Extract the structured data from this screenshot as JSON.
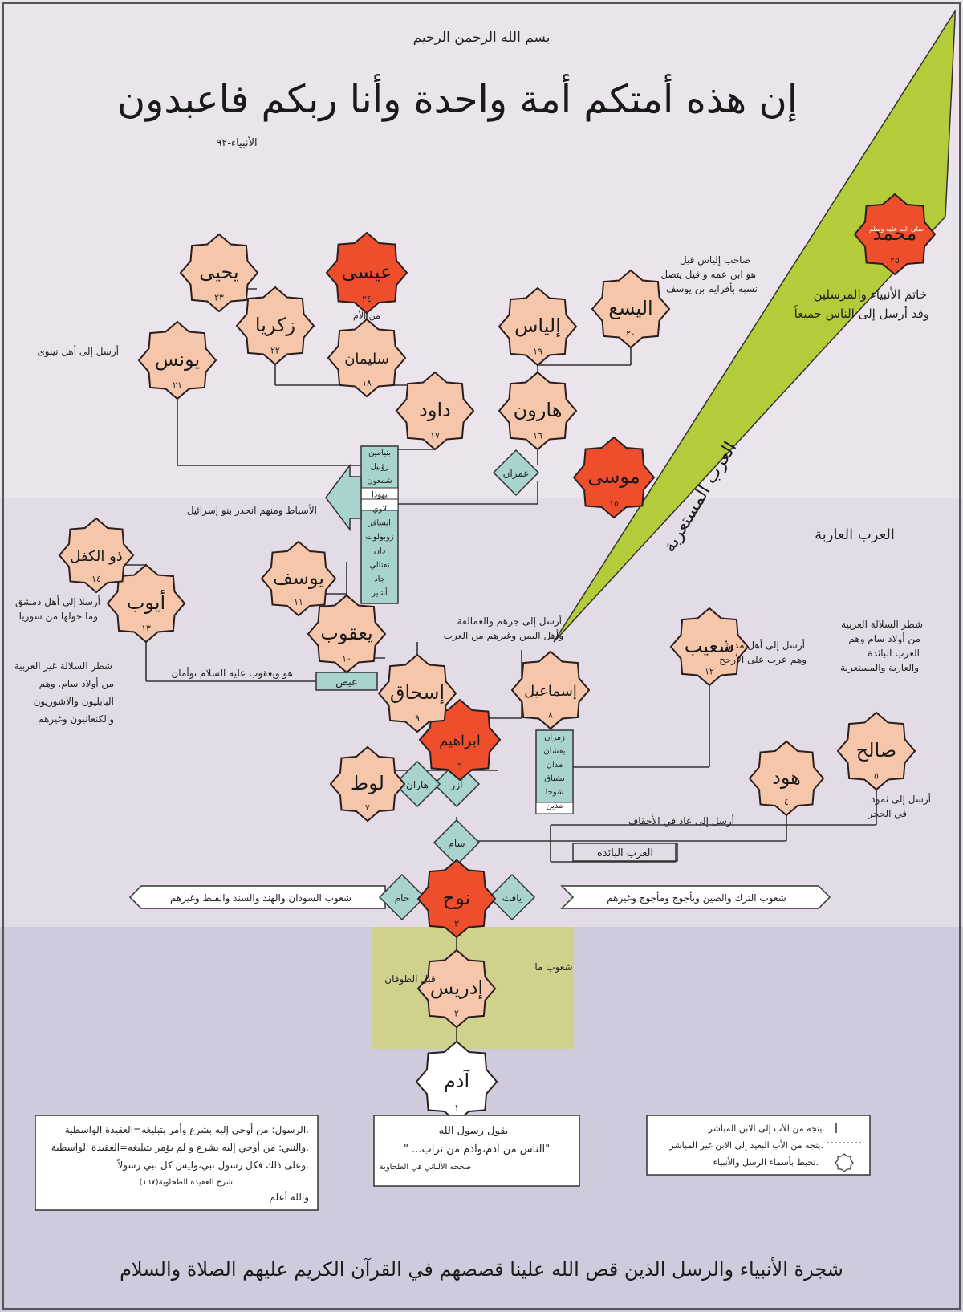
{
  "header": {
    "basmala": "بسم الله الرحمن الرحيم",
    "verse": "إن هذه أمتكم أمة واحدة وأنا ربكم فاعبدون",
    "verse_ref": "الأنبياء-٩٢"
  },
  "colors": {
    "bg_top": "#ece4ec",
    "bg_mid": "#e3dbe6",
    "bg_bottom": "#d0cbdc",
    "star_major": "#ee4e2c",
    "star_minor": "#f6c6aa",
    "star_adam": "#ffffff",
    "star_stroke": "#2a1e1e",
    "box_fill": "#a9d3cf",
    "wedge": "#b4cb3a",
    "idris_box": "#cfd18c"
  },
  "prophets": [
    {
      "id": "adam",
      "name": "آدم",
      "num": "١"
    },
    {
      "id": "idris",
      "name": "إدريس",
      "num": "٢"
    },
    {
      "id": "nuh",
      "name": "نوح",
      "num": "٣"
    },
    {
      "id": "hud",
      "name": "هود",
      "num": "٤"
    },
    {
      "id": "salih",
      "name": "صالح",
      "num": "٥"
    },
    {
      "id": "ibrahim",
      "name": "ابراهيم",
      "num": "٦"
    },
    {
      "id": "lut",
      "name": "لوط",
      "num": "٧"
    },
    {
      "id": "ismail",
      "name": "إسماعيل",
      "num": "٨"
    },
    {
      "id": "ishaq",
      "name": "إسحاق",
      "num": "٩"
    },
    {
      "id": "yaqub",
      "name": "يعقوب",
      "num": "١٠"
    },
    {
      "id": "yusuf",
      "name": "يوسف",
      "num": "١١"
    },
    {
      "id": "shuayb",
      "name": "شعيب",
      "num": "١٢"
    },
    {
      "id": "ayyub",
      "name": "أيوب",
      "num": "١٣"
    },
    {
      "id": "dhulkifl",
      "name": "ذو الكفل",
      "num": "١٤"
    },
    {
      "id": "musa",
      "name": "موسى",
      "num": "١٥"
    },
    {
      "id": "harun",
      "name": "هارون",
      "num": "١٦"
    },
    {
      "id": "dawud",
      "name": "داود",
      "num": "١٧"
    },
    {
      "id": "sulayman",
      "name": "سليمان",
      "num": "١٨"
    },
    {
      "id": "ilyas",
      "name": "إلياس",
      "num": "١٩"
    },
    {
      "id": "alyasa",
      "name": "اليسع",
      "num": "٢٠"
    },
    {
      "id": "yunus",
      "name": "يونس",
      "num": "٢١"
    },
    {
      "id": "zakariya",
      "name": "زكريا",
      "num": "٢٢"
    },
    {
      "id": "yahya",
      "name": "يحيى",
      "num": "٢٣"
    },
    {
      "id": "isa",
      "name": "عيسى",
      "num": "٢٤"
    },
    {
      "id": "muhammad",
      "name": "محمد",
      "num": "٢٥"
    }
  ],
  "ancestors": [
    {
      "id": "sam",
      "name": "سام"
    },
    {
      "id": "ham",
      "name": "حام"
    },
    {
      "id": "yafith",
      "name": "يافث"
    },
    {
      "id": "azar",
      "name": "آزر"
    },
    {
      "id": "haran",
      "name": "هاران"
    },
    {
      "id": "imran",
      "name": "عمران"
    }
  ],
  "tribes": [
    "بنيامين",
    "رؤبيل",
    "شمعون",
    "يهوذا",
    "لاوي",
    "ايسافر",
    "زوبولوت",
    "دان",
    "نفتالي",
    "جاد",
    "أشير"
  ],
  "ibrahim_sons": [
    "زمران",
    "يقشان",
    "مدان",
    "بشباق",
    "شوحا",
    "مدين"
  ],
  "labels": {
    "isu": "عيص",
    "from_mother": "من الأم",
    "al_mustariba": "العرب المستعربة",
    "al_ariba": "العرب العاربة",
    "al_baida": "العرب البائدة",
    "asbat": "الأسباط ومنهم انحدر بنو إسرائيل",
    "peoples_ham": "شعوب السودان والهند والسند والقبط وغيرهم",
    "peoples_yafith": "شعوب الترك والصين ويأجوج ومأجوج وغيرهم",
    "before_flood_1": "شعوب ما",
    "before_flood_2": "قبل الطوفان",
    "muhammad_honorific": "صلى الله عليه وسلم"
  },
  "notes": {
    "yunus": "أرسل إلى أهل نينوى",
    "ilyas_1": "صاحب إلياس قيل",
    "ilyas_2": "هو ابن عمه و قيل يتصل",
    "ilyas_3": "نسبه بأفرايم بن يوسف",
    "muhammad_1": "خاتم الأنبياء والمرسلين",
    "muhammad_2": "وقد أرسل إلى الناس جميعاً",
    "ayyub_1": "أرسلا إلى أهل دمشق",
    "ayyub_2": "وما حولها من سوريا",
    "ishaq_yaqub": "هو ويعقوب عليه السلام توأمان",
    "ismail_1": "أرسل إلى جرهم والعمالقة",
    "ismail_2": "وأهل اليمن وغيرهم من العرب",
    "shuayb_1": "أرسل إلى أهل مدين",
    "shuayb_2": "وهم عرب على الأرجح",
    "salih_1": "أرسل إلى ثمود",
    "salih_2": "في الحجر",
    "hud": "أرسل إلى عاد في الأحقاف",
    "arab_1": "شطر السلالة العربية",
    "arab_2": "من أولاد سام وهم",
    "arab_3": "العرب البائدة",
    "arab_4": "والعاربة والمستعربة",
    "nonarab_1": "شطر السلالة غير العربية",
    "nonarab_2": "من أولاد سام. وهم",
    "nonarab_3": "البابليون والآشوريون",
    "nonarab_4": "والكنعانيون وغيرهم"
  },
  "boxes": {
    "left": [
      "الرسول: من أوحي إليه بشرع وأمر بتبليغه=العقيدة الواسطية.",
      "والنبي: من أوحي إليه بشرع و لم يؤمر بتبليغه=العقيدة الواسطية.",
      "وعلى ذلك فكل رسول نبي،وليس كل نبي رسولاً."
    ],
    "left_source": "شرح العقيدة الطحاوية(١٦٧)",
    "left_end": "والله أعلم",
    "middle": [
      "يقول رسول الله",
      "\" ...الناس من آدم،وآدم من تراب\"",
      "صححه الألباني في الطحاوية"
    ],
    "right": [
      "يتجه من الأب إلى الابن المباشر.",
      "يتجه من الأب البعيد إلى الابن غير المباشر.",
      "تحيط بأسماء الرسل والأنبياء."
    ]
  },
  "footer": "شجرة الأنبياء والرسل الذين قص الله علينا قصصهم في القرآن الكريم عليهم الصلاة والسلام"
}
